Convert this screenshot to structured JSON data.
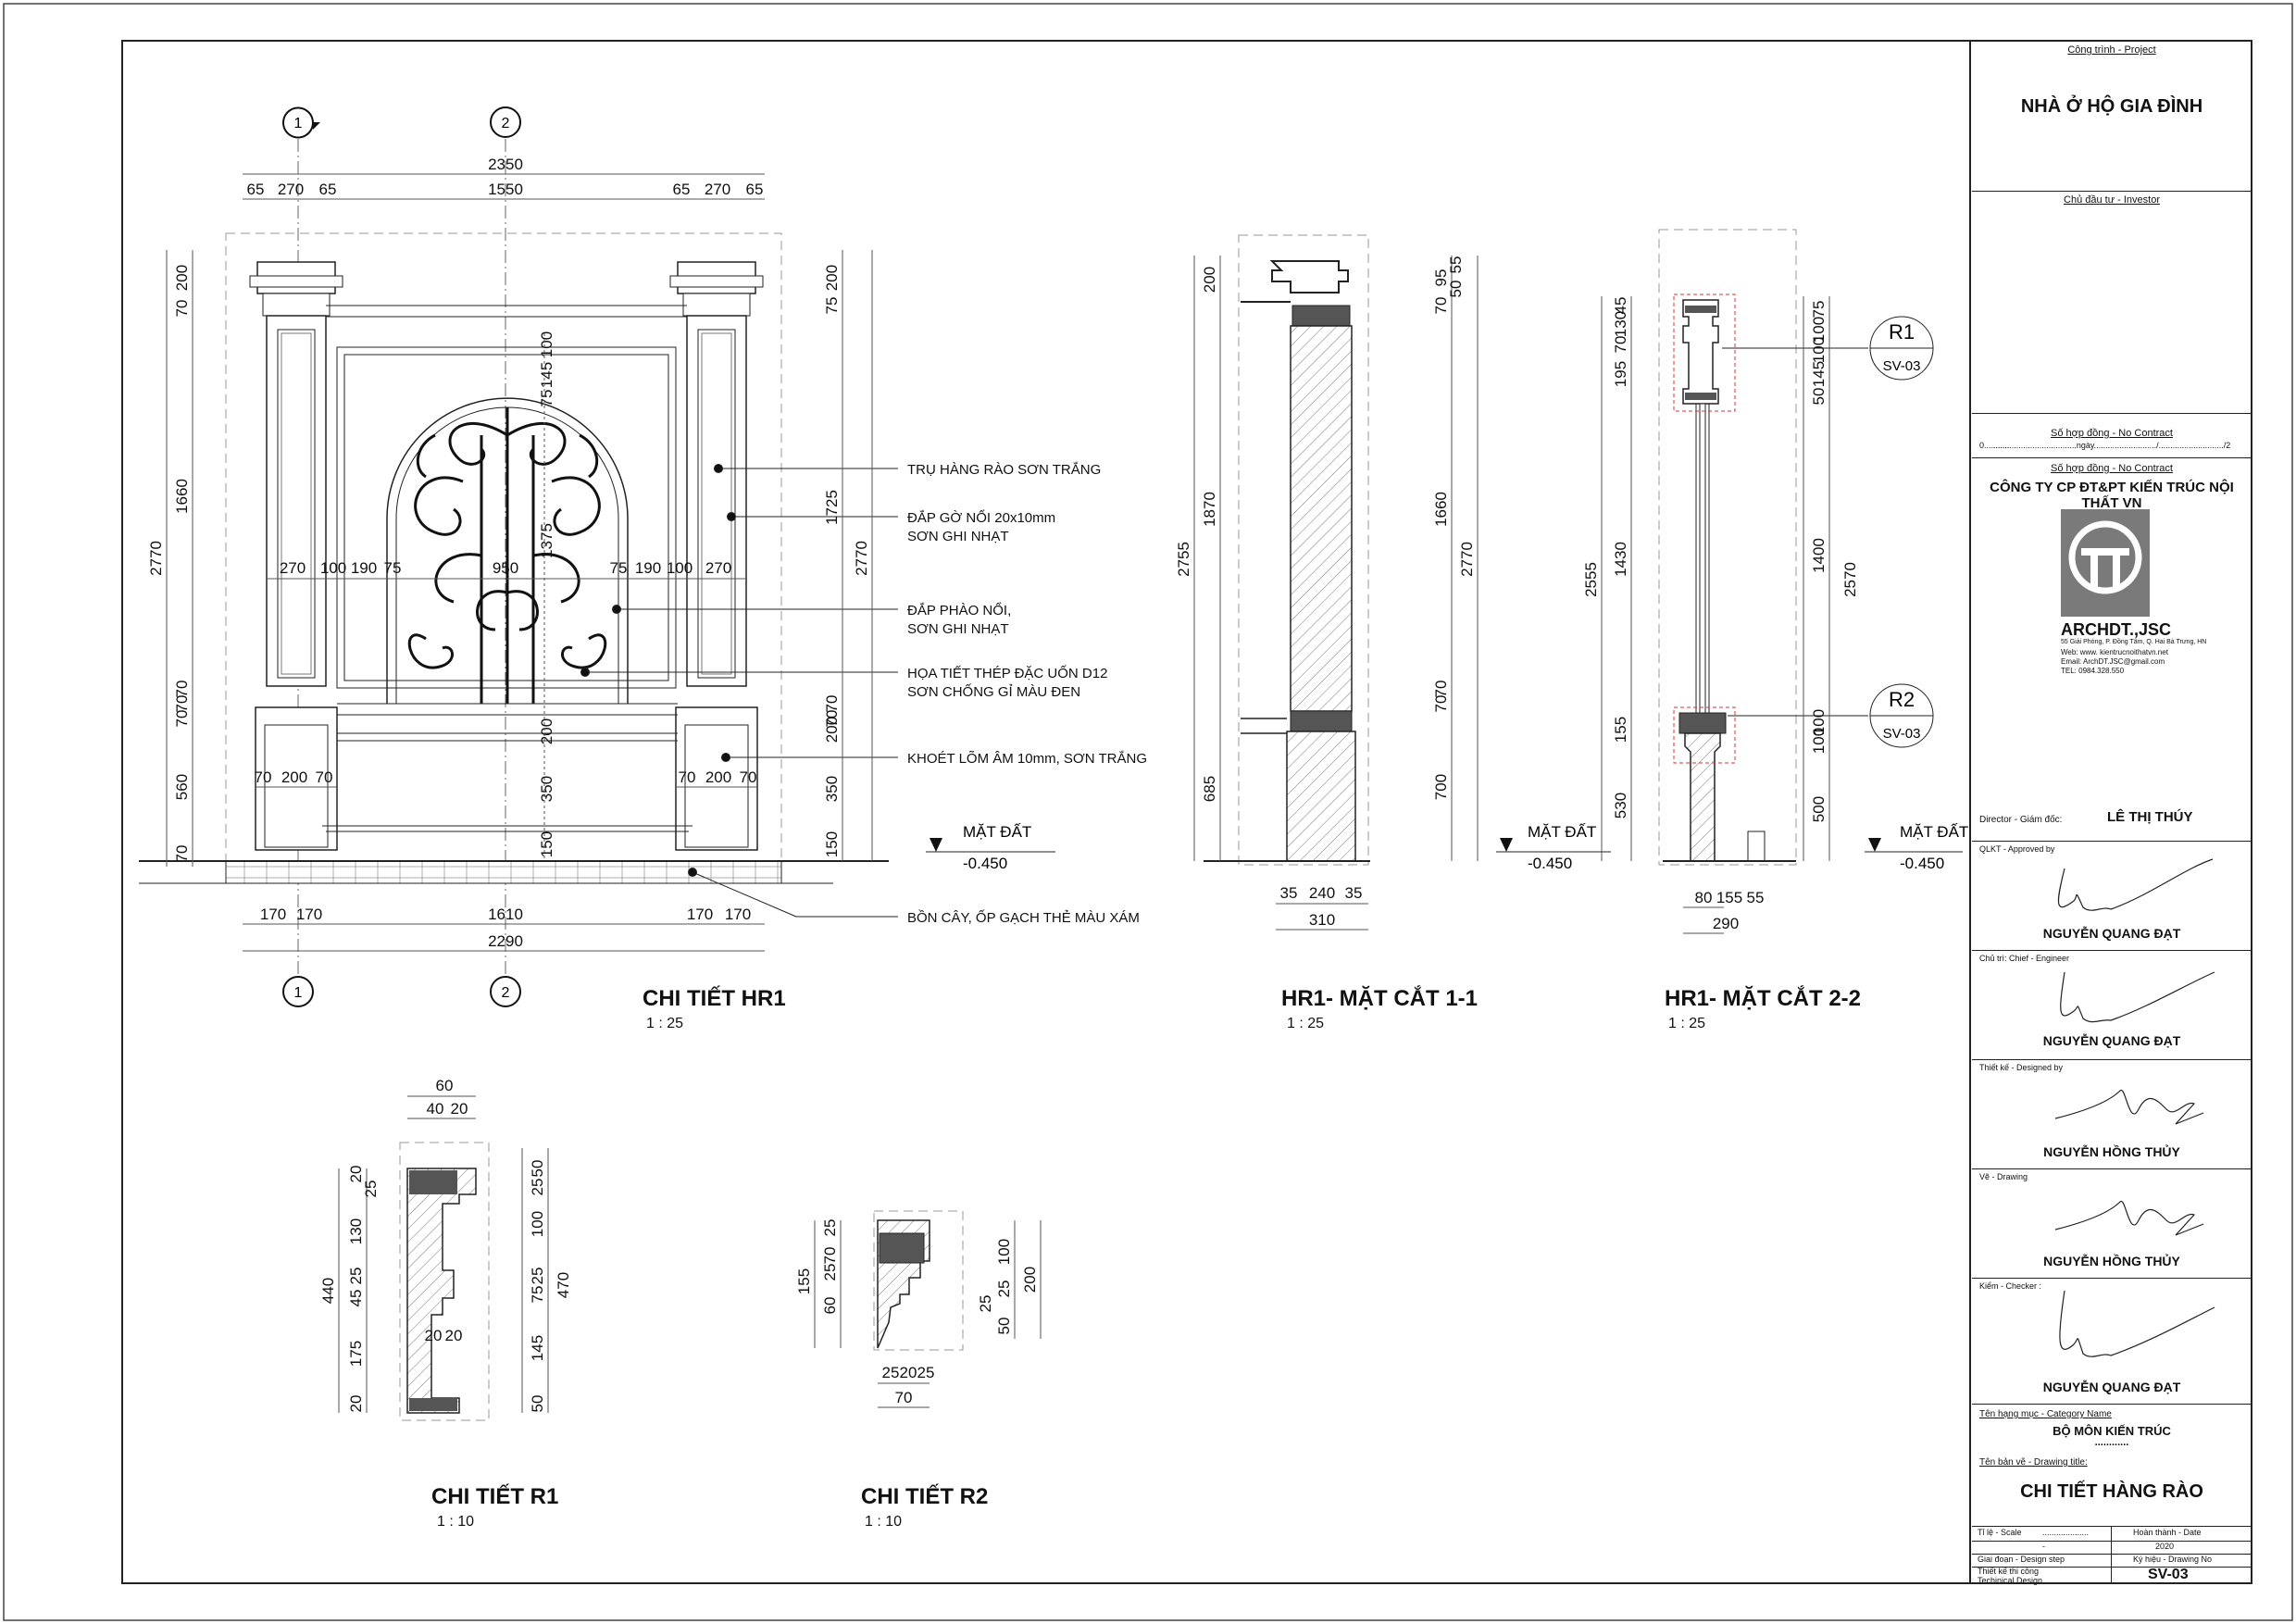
{
  "views": {
    "hr1": {
      "title": "CHI TIẾT HR1",
      "scale": "1 : 25"
    },
    "sec11": {
      "title": "HR1- MẶT CẮT 1-1",
      "scale": "1 : 25"
    },
    "sec22": {
      "title": "HR1- MẶT CẮT 2-2",
      "scale": "1 : 25"
    },
    "r1": {
      "title": "CHI TIẾT R1",
      "scale": "1 : 10"
    },
    "r2": {
      "title": "CHI TIẾT R2",
      "scale": "1 : 10"
    }
  },
  "grid_markers": [
    "1",
    "2"
  ],
  "callouts": {
    "c1": "TRỤ HÀNG RÀO SƠN TRẮNG",
    "c2a": "ĐẮP GỜ NỔI 20x10mm",
    "c2b": "SƠN GHI NHẠT",
    "c3a": "ĐẮP PHÀO NỔI,",
    "c3b": "SƠN GHI NHẠT",
    "c4a": "HỌA TIẾT THÉP ĐẶC UỐN D12",
    "c4b": "SƠN CHỐNG GỈ MÀU ĐEN",
    "c5": "KHOÉT LÕM ÂM 10mm, SƠN TRẮNG",
    "c6": "BỒN CÂY, ỐP GẠCH THẺ MÀU XÁM"
  },
  "level": {
    "label": "MẶT ĐẤT",
    "value": "-0.450"
  },
  "section_refs": {
    "r1": "R1",
    "r2": "R2",
    "sheet": "SV-03"
  },
  "dims_hr1": {
    "top_total": "2350",
    "top": [
      "65",
      "270",
      "65",
      "1550",
      "65",
      "270",
      "65"
    ],
    "left": [
      "200",
      "70",
      "1660",
      "70",
      "70",
      "70",
      "560",
      "70"
    ],
    "left_total": "2770",
    "right": [
      "75",
      "200",
      "1725",
      "70",
      "200",
      "70",
      "350",
      "150"
    ],
    "right_total": "2770",
    "inner_v": [
      "100",
      "145",
      "75",
      "1375",
      "200",
      "350",
      "150"
    ],
    "mid": [
      "270",
      "100",
      "190",
      "75",
      "950",
      "75",
      "190",
      "100",
      "270"
    ],
    "base_l": [
      "70",
      "200",
      "70"
    ],
    "base_r": [
      "70",
      "200",
      "70"
    ],
    "bottom": [
      "170",
      "170",
      "1610",
      "170",
      "170"
    ],
    "bottom_total": "2290"
  },
  "dims_s11": {
    "left": [
      "200",
      "1870",
      "685"
    ],
    "left_total": "2755",
    "right": [
      "70",
      "95",
      "50",
      "55",
      "1660",
      "70",
      "70",
      "700"
    ],
    "right_total": "2770",
    "bottom": [
      "35",
      "240",
      "35"
    ],
    "bottom_total": "310"
  },
  "dims_s22": {
    "left": [
      "195",
      "70",
      "130",
      "45",
      "1430",
      "155",
      "530"
    ],
    "left_total": "2555",
    "right": [
      "100",
      "75",
      "100",
      "145",
      "50",
      "1400",
      "100",
      "100",
      "500"
    ],
    "right_total": "2570",
    "bottom": [
      "80",
      "155",
      "55"
    ],
    "bottom_total": "290"
  },
  "dims_r1": {
    "top": [
      "60",
      "40",
      "20"
    ],
    "left": [
      "20",
      "25",
      "130",
      "25",
      "45",
      "175",
      "20"
    ],
    "left_total": "440",
    "inner": [
      "20",
      "20"
    ],
    "right": [
      "25",
      "50",
      "100",
      "25",
      "75",
      "145",
      "50"
    ],
    "right_total": "470"
  },
  "dims_r2": {
    "left": [
      "25",
      "70",
      "60",
      "25"
    ],
    "left_total": "155",
    "right": [
      "100",
      "25",
      "50",
      "25"
    ],
    "right_total": "200",
    "bottom": [
      "25",
      "20",
      "25"
    ],
    "bottom_total": "70"
  },
  "titleblock": {
    "project_label": "Công trình - Project",
    "project": "NHÀ Ở HỘ GIA ĐÌNH",
    "investor_label": "Chủ đầu tư - Investor",
    "contract_label": "Số hợp đồng - No Contract",
    "contract_line": "....................................ngày.........................../............................/2",
    "contract_zero": "0...........",
    "contract_label2": "Số hợp đồng - No Contract",
    "company": "CÔNG TY CP ĐT&PT KIẾN TRÚC NỘI THẤT VN",
    "logo_text": "ARCHDT.,JSC",
    "addr1": "55 Giải Phóng, P. Đồng Tâm, Q. Hai Bà Trưng, HN",
    "addr2": "Web: www. kientrucnoithatvn.net",
    "addr3": "Email: ArchDT.JSC@gmail.com",
    "addr4": "TEL: 0984.328.550",
    "director_label": "Director - Giám đốc:",
    "director": "LÊ THỊ THÚY",
    "approved_label": "QLKT - Approved by",
    "approved": "NGUYỄN QUANG ĐẠT",
    "chief_label": "Chủ trì: Chief - Engineer",
    "chief": "NGUYỄN QUANG ĐẠT",
    "designed_label": "Thiết kế - Designed by",
    "designed": "NGUYỄN HỒNG THỦY",
    "drawing_label": "Vẽ - Drawing",
    "drawing": "NGUYỄN HỒNG THỦY",
    "checker_label": "Kiểm - Checker :",
    "checker": "NGUYỄN QUANG ĐẠT",
    "category_label": "Tên hạng mục - Category Name",
    "category": "BỘ MÔN KIẾN TRÚC",
    "category_dots": "............",
    "title_label": "Tên bản vẽ - Drawing title:",
    "title": "CHI TIẾT HÀNG RÀO",
    "scale_label": "Tỉ lệ - Scale",
    "scale_val": "....................",
    "date_label": "Hoàn thành - Date",
    "dash": "-",
    "date": "2020",
    "step_label": "Giai đoạn - Design step",
    "drawno_label": "Ký hiệu - Drawing No",
    "step": "Thiết kế thi công",
    "step_en": "Techinical Design",
    "drawno": "SV-03"
  }
}
